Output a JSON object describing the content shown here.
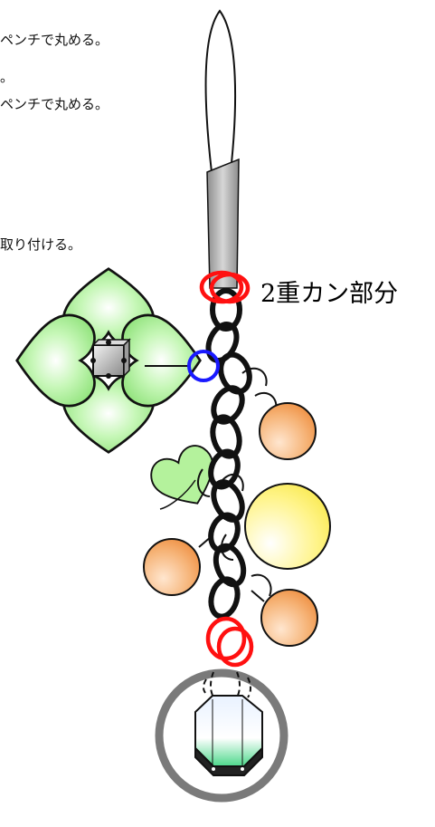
{
  "texts": {
    "step1": "ペンチで丸める。",
    "step2": "。",
    "step3": "ペンチで丸める。",
    "step4": "取り付ける。"
  },
  "label": {
    "prefix": "2重",
    "suffix": "カン部分"
  },
  "colors": {
    "red_ring": "#ff1010",
    "blue_ring": "#1a1aff",
    "chain": "#111111",
    "clover": "#9fef8a",
    "orange_bead": "#f4a25a",
    "yellow_bead": "#fff27a",
    "outer_ring": "#7a7a7a",
    "strap": "#9a9a9a"
  },
  "icons": [
    "clover-charm",
    "heart-charm",
    "octagon-crystal",
    "cube-bead"
  ]
}
